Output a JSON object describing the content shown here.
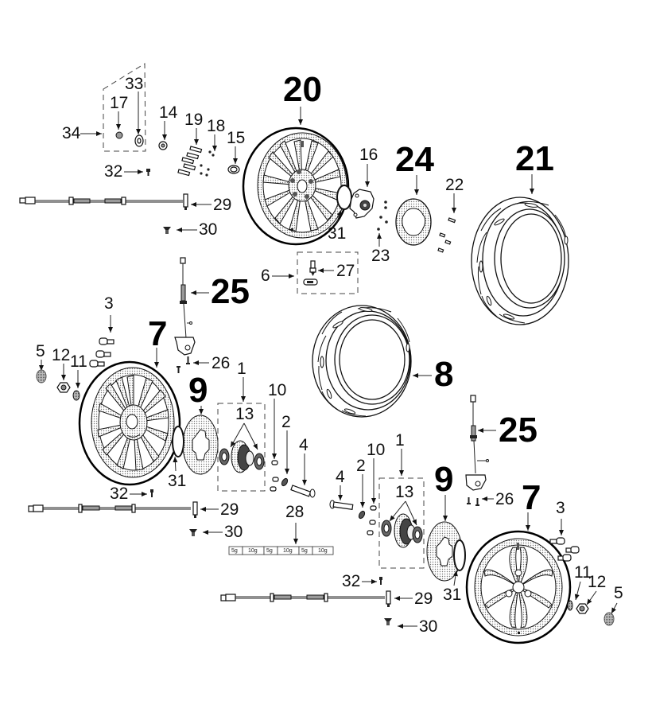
{
  "diagram": {
    "title": "Wheel assembly exploded parts diagram",
    "part_labels": {
      "p1": "1",
      "p2": "2",
      "p3": "3",
      "p4": "4",
      "p5": "5",
      "p6": "6",
      "p7": "7",
      "p8": "8",
      "p9": "9",
      "p10": "10",
      "p11": "11",
      "p12": "12",
      "p13": "13",
      "p14": "14",
      "p15": "15",
      "p16": "16",
      "p17": "17",
      "p18": "18",
      "p19": "19",
      "p20": "20",
      "p21": "21",
      "p22": "22",
      "p23": "23",
      "p24": "24",
      "p25": "25",
      "p26": "26",
      "p27": "27",
      "p28": "28",
      "p29": "29",
      "p30": "30",
      "p31": "31",
      "p32": "32",
      "p33": "33",
      "p34": "34"
    },
    "balance_weights": [
      "5g",
      "10g",
      "5g",
      "10g",
      "5g",
      "10g"
    ]
  }
}
